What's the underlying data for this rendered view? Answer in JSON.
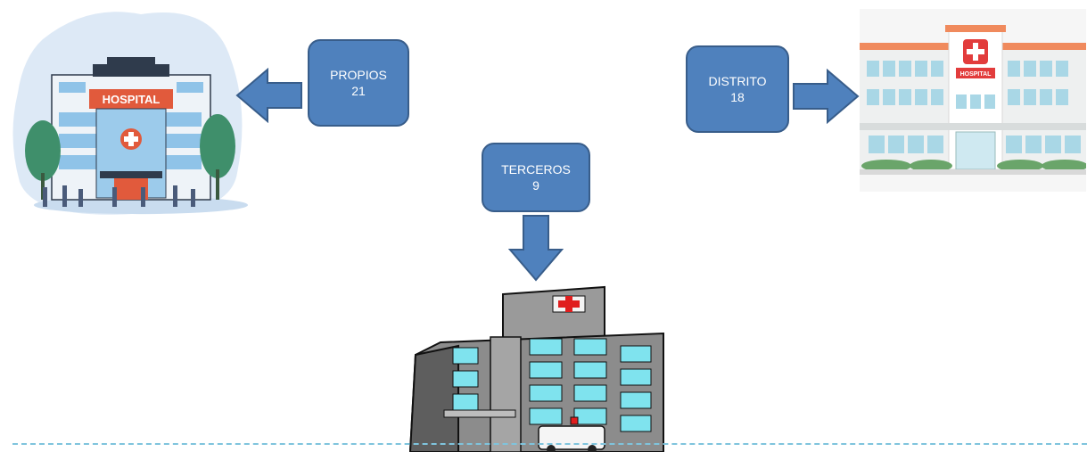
{
  "nodes": {
    "propios": {
      "label": "PROPIOS",
      "value": "21"
    },
    "distrito": {
      "label": "DISTRITO",
      "value": "18"
    },
    "terceros": {
      "label": "TERCEROS",
      "value": "9"
    }
  },
  "illustrations": {
    "left_hospital_sign": "HOSPITAL",
    "right_hospital_sign": "HOSPITAL"
  },
  "colors": {
    "box_fill": "#4f81bd",
    "box_border": "#385d8a",
    "arrow_fill": "#4f81bd",
    "baseline": "#7fc4dd"
  }
}
